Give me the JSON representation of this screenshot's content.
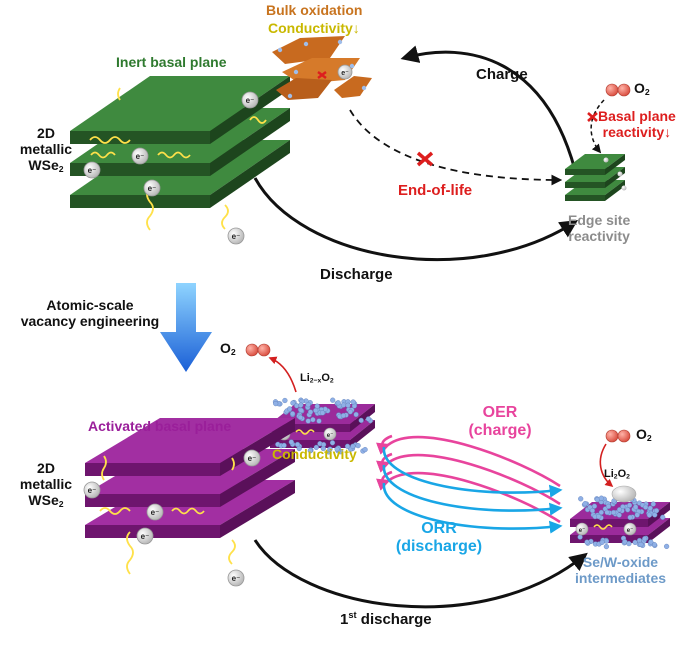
{
  "top": {
    "bulk_oxidation": "Bulk oxidation",
    "conductivity_down": "Conductivity↓",
    "inert_basal_plane": "Inert basal plane",
    "material_line1": "2D",
    "material_line2": "metallic",
    "material_line3": "WSe",
    "material_sub": "2",
    "charge": "Charge",
    "discharge": "Discharge",
    "end_of_life": "End-of-life",
    "o2": "O",
    "o2_sub": "2",
    "basal_reactivity_line1": "Basal plane",
    "basal_reactivity_line2": "reactivity↓",
    "edge_line1": "Edge site",
    "edge_line2": "reactivity",
    "electron": "e⁻"
  },
  "middle": {
    "engineering_line1": "Atomic-scale",
    "engineering_line2": "vacancy engineering"
  },
  "bottom": {
    "o2": "O",
    "o2_sub": "2",
    "li_oxide": "Li",
    "li_oxide_sub": "2−x",
    "li_oxide_tail": "O",
    "li_oxide_tail_sub": "2",
    "activated_basal_plane": "Activated basal plane",
    "conductivity": "Conductivity",
    "material_line1": "2D",
    "material_line2": "metallic",
    "material_line3": "WSe",
    "material_sub": "2",
    "oer_line1": "OER",
    "oer_line2": "(charge)",
    "orr_line1": "ORR",
    "orr_line2": "(discharge)",
    "li2o2": "Li",
    "li2o2_sub": "2",
    "li2o2_tail": "O",
    "li2o2_sub2": "2",
    "o2_right": "O",
    "o2_right_sub": "2",
    "first": "1",
    "first_sup": "st",
    "first_discharge": " discharge",
    "se_w_line1": "Se/W-oxide",
    "se_w_line2": "intermediates",
    "electron": "e⁻"
  },
  "colors": {
    "green_layer": "#2f6b2f",
    "purple_layer": "#8a1f8a",
    "orange_flakes": "#c86a1f",
    "blue_dots": "#8fb0e6",
    "pink_loop": "#e8449d",
    "cyan_loop": "#19a6e6",
    "arrow_blue": "#1a73d6"
  }
}
